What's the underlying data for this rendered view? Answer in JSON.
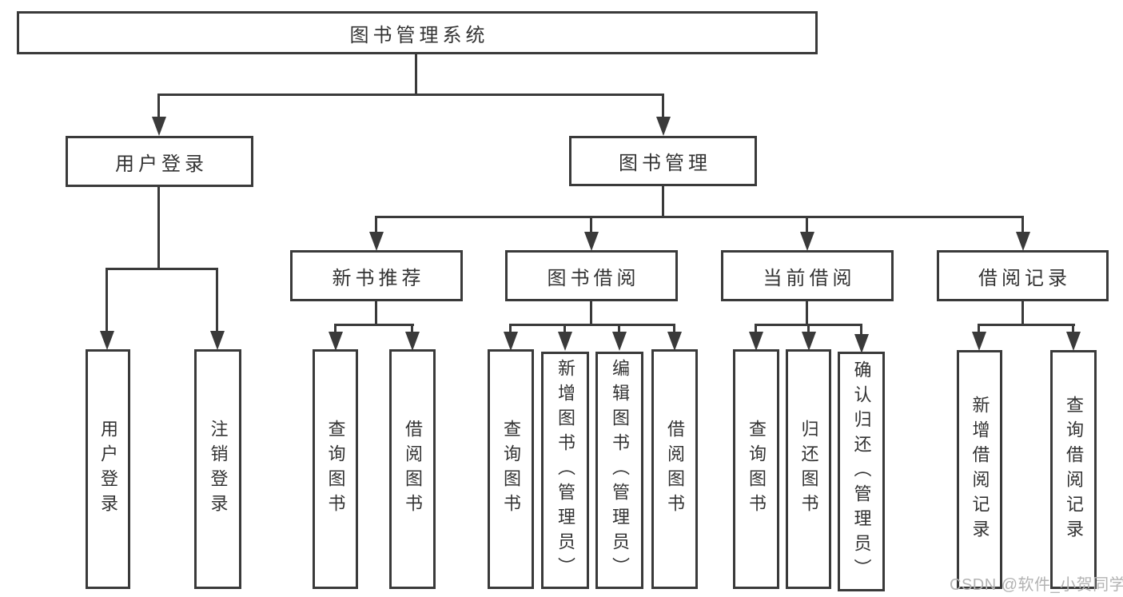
{
  "colors": {
    "line": "#3a3a3a",
    "text": "#333333",
    "background": "#ffffff",
    "watermark": "#b3b3b3"
  },
  "diagram": {
    "root": "图书管理系统",
    "level2": [
      "用户登录",
      "图书管理"
    ],
    "level3": [
      "新书推荐",
      "图书借阅",
      "当前借阅",
      "借阅记录"
    ],
    "leaves": {
      "login": [
        "用户登录",
        "注销登录"
      ],
      "new_books": [
        "查询图书",
        "借阅图书"
      ],
      "borrowing": [
        "查询图书",
        "新增图书（管理员）",
        "编辑图书（管理员）",
        "借阅图书"
      ],
      "current": [
        "查询图书",
        "归还图书",
        "确认归还（管理员）"
      ],
      "records": [
        "新增借阅记录",
        "查询借阅记录"
      ]
    }
  },
  "watermark": "CSDN @软件_小贺同学"
}
